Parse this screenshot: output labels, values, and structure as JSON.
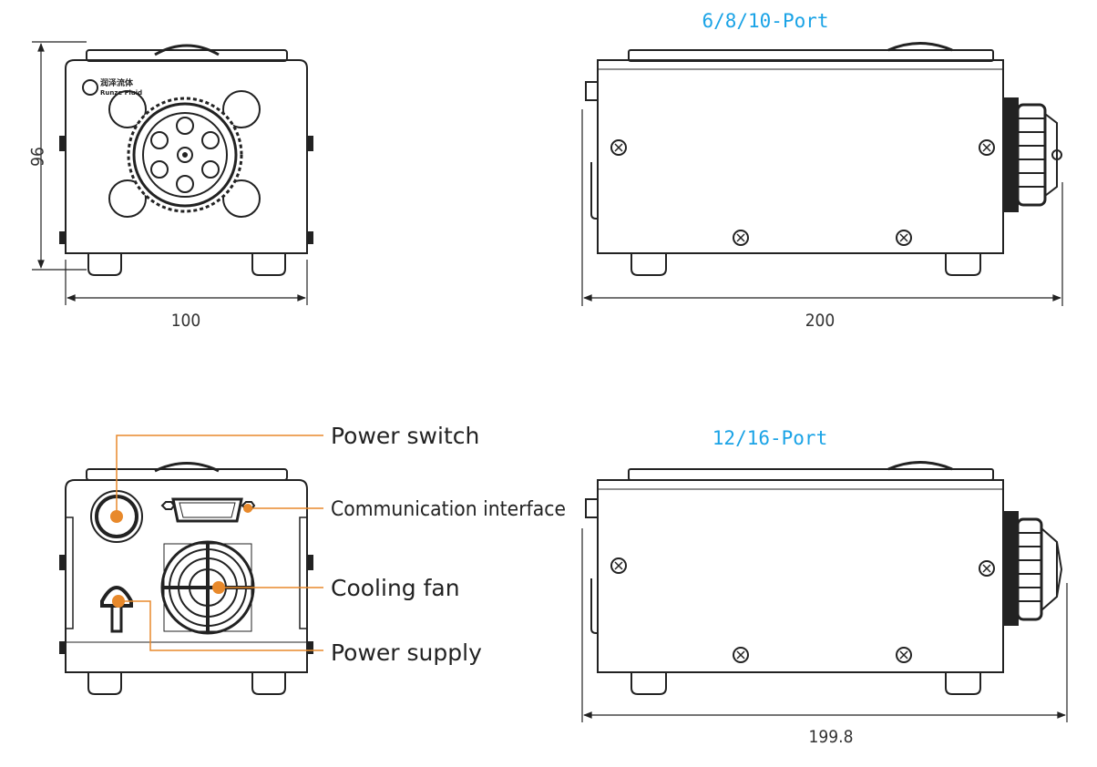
{
  "colors": {
    "outline": "#222222",
    "callout_line": "#e8892b",
    "port_title": "#1aa3e6",
    "background": "#ffffff"
  },
  "front_view": {
    "logo_cn": "润泽流体",
    "logo_en": "Runze Fluid",
    "height_dim": "96",
    "width_dim": "100"
  },
  "side_view_small": {
    "title": "6/8/10-Port",
    "length_dim": "200"
  },
  "rear_view": {
    "labels": {
      "power_switch": "Power switch",
      "communication_interface": "Communication interface",
      "cooling_fan": "Cooling fan",
      "power_supply": "Power supply"
    }
  },
  "side_view_large": {
    "title": "12/16-Port",
    "length_dim": "199.8"
  }
}
